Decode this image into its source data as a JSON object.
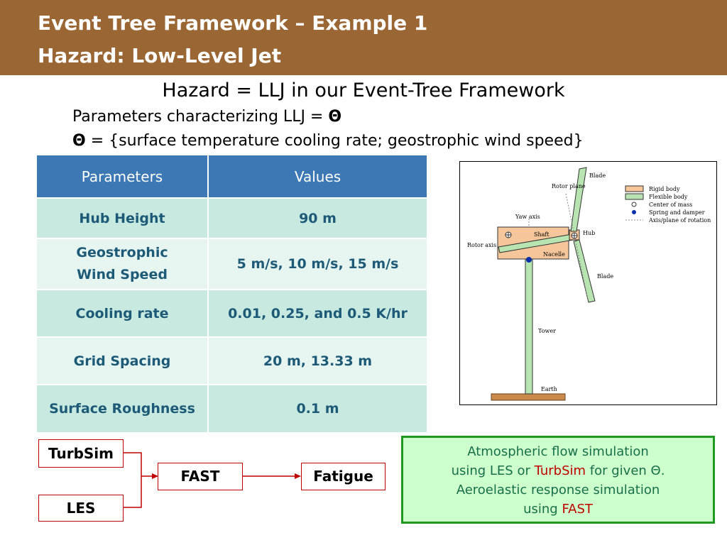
{
  "header": {
    "title_line1": "Event Tree Framework – Example 1",
    "title_line2": "Hazard: Low-Level Jet"
  },
  "subheading": "Hazard = LLJ in our Event-Tree Framework",
  "params_line": {
    "prefix": "Parameters characterizing LLJ = ",
    "symbol": "Θ"
  },
  "theta_line": {
    "symbol": "Θ",
    "text": " = {surface temperature cooling rate; geostrophic wind speed}"
  },
  "table": {
    "headers": [
      "Parameters",
      "Values"
    ],
    "rows": [
      {
        "param": "Hub Height",
        "value": "90 m"
      },
      {
        "param": "Geostrophic Wind Speed",
        "value": "5 m/s, 10 m/s, 15 m/s"
      },
      {
        "param": "Cooling rate",
        "value": "0.01, 0.25, and 0.5 K/hr"
      },
      {
        "param": "Grid Spacing",
        "value": "20 m, 13.33 m"
      },
      {
        "param": "Surface Roughness",
        "value": "0.1 m"
      }
    ]
  },
  "diagram": {
    "labels": {
      "blade_top": "Blade",
      "rotor_plane": "Rotor plane",
      "yaw_axis": "Yaw axis",
      "shaft": "Shaft",
      "hub": "Hub",
      "rotor_axis": "Rotor axis",
      "nacelle": "Nacelle",
      "blade_bottom": "Blade",
      "tower": "Tower",
      "earth": "Earth"
    },
    "legend": [
      "Rigid body",
      "Flexible body",
      "Center of mass",
      "Spring and damper",
      "Axis/plane of rotation"
    ],
    "colors": {
      "rigid": "#f5c69a",
      "flexible": "#b7e4b0",
      "spring": "#0b2fa8"
    }
  },
  "flow": {
    "turbsim": "TurbSim",
    "les": "LES",
    "fast": "FAST",
    "fatigue": "Fatigue",
    "arrow_color": "#c00000"
  },
  "note": {
    "line1": "Atmospheric flow simulation",
    "line2_a": "using LES or ",
    "line2_b": "TurbSim",
    "line2_c": " for given Θ.",
    "line3": "Aeroelastic response simulation",
    "line4_a": "using ",
    "line4_b": "FAST"
  },
  "colors": {
    "header_bg": "#9a6633",
    "table_header": "#3b78b4",
    "table_odd": "#c7e9df",
    "table_even": "#e6f5f0",
    "table_text": "#1c5a78",
    "note_bg": "#ccffcc",
    "note_border": "#1f9a1f"
  }
}
